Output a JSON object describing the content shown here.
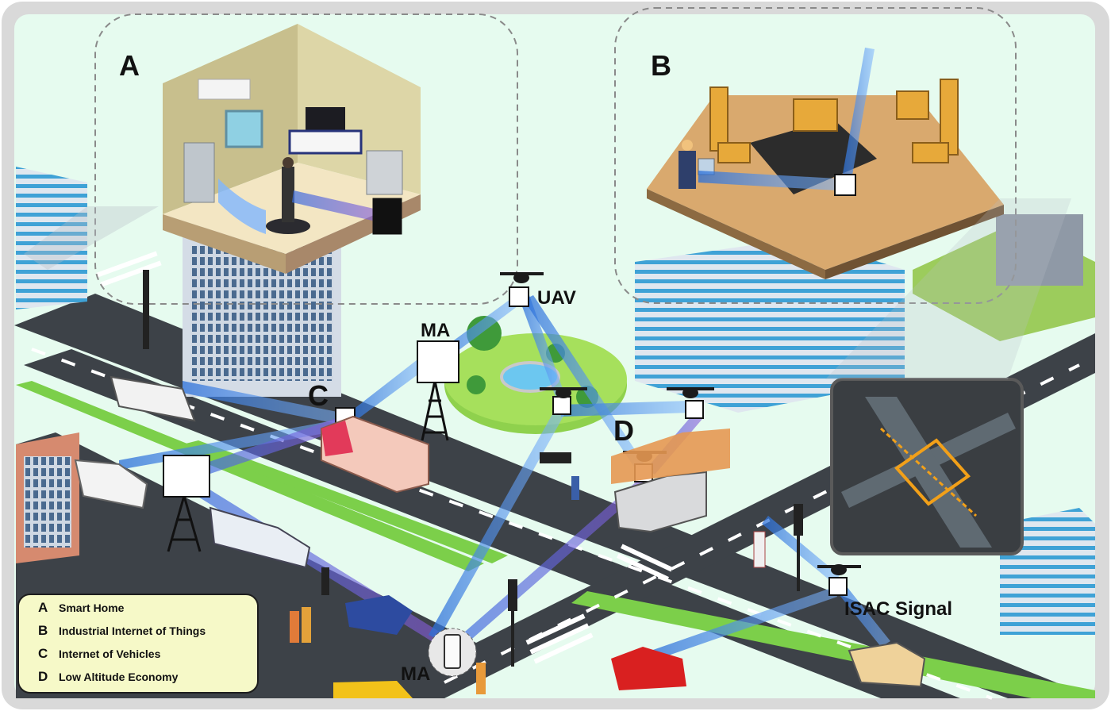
{
  "labels": {
    "area_a": "A",
    "area_b": "B",
    "area_c": "C",
    "area_d": "D",
    "uav": "UAV",
    "ma_tower": "MA",
    "ma_phone": "MA",
    "isac_signal": "ISAC Signal"
  },
  "legend": {
    "items": [
      {
        "key": "A",
        "text": "Smart Home"
      },
      {
        "key": "B",
        "text": "Industrial Internet of Things"
      },
      {
        "key": "C",
        "text": "Internet of Vehicles"
      },
      {
        "key": "D",
        "text": "Low Altitude Economy"
      }
    ]
  },
  "colors": {
    "frame": "#d9d9d9",
    "background": "#e6fbef",
    "road": "#3d4248",
    "grass": "#7ccf4a",
    "beam": "#2f7fe0",
    "legend_bg": "#f6f9c8",
    "building": "#cfd8e3"
  },
  "icons": [
    "drone-icon",
    "antenna-array-icon",
    "cell-tower-icon",
    "vehicle-icon",
    "robot-arm-icon",
    "fountain-icon",
    "traffic-light-icon",
    "phone-icon"
  ]
}
